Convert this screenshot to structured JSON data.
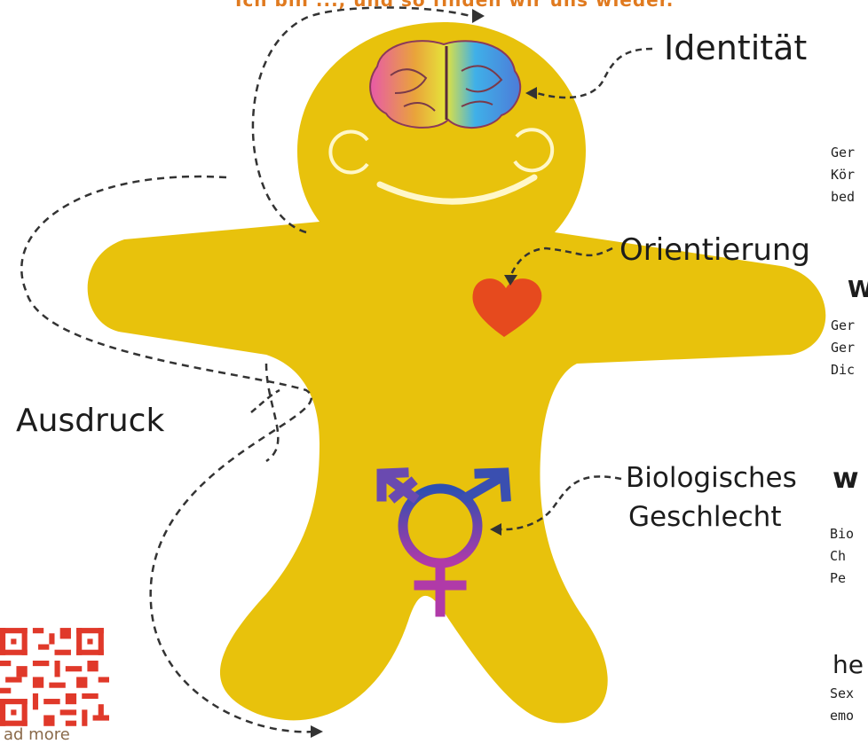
{
  "banner": "Ich bin ..., und so finden wir uns wieder.",
  "labels": {
    "identity": "Identität",
    "orientation": "Orientierung",
    "expression": "Ausdruck",
    "biological_line1": "Biologisches",
    "biological_line2": "Geschlecht",
    "partial_w1": "w",
    "partial_w2": "W",
    "partial_he": "he"
  },
  "notes": {
    "identity": [
      "Ger",
      "Kör",
      "bed"
    ],
    "orientation": [
      "Ger",
      "Ger",
      "Dic"
    ],
    "biological": [
      "Bio",
      "Ch",
      "Pe"
    ],
    "sex": [
      "Sex",
      "emo"
    ]
  },
  "qr_caption": "ad more",
  "colors": {
    "body": "#e8c20c",
    "heart": "#e64a1e",
    "symbol_top": "#2d4fb0",
    "symbol_bottom": "#b03aa8",
    "banner": "#e07a1f"
  },
  "icons": [
    "brain-icon",
    "heart-icon",
    "transgender-symbol-icon",
    "qr-code"
  ]
}
